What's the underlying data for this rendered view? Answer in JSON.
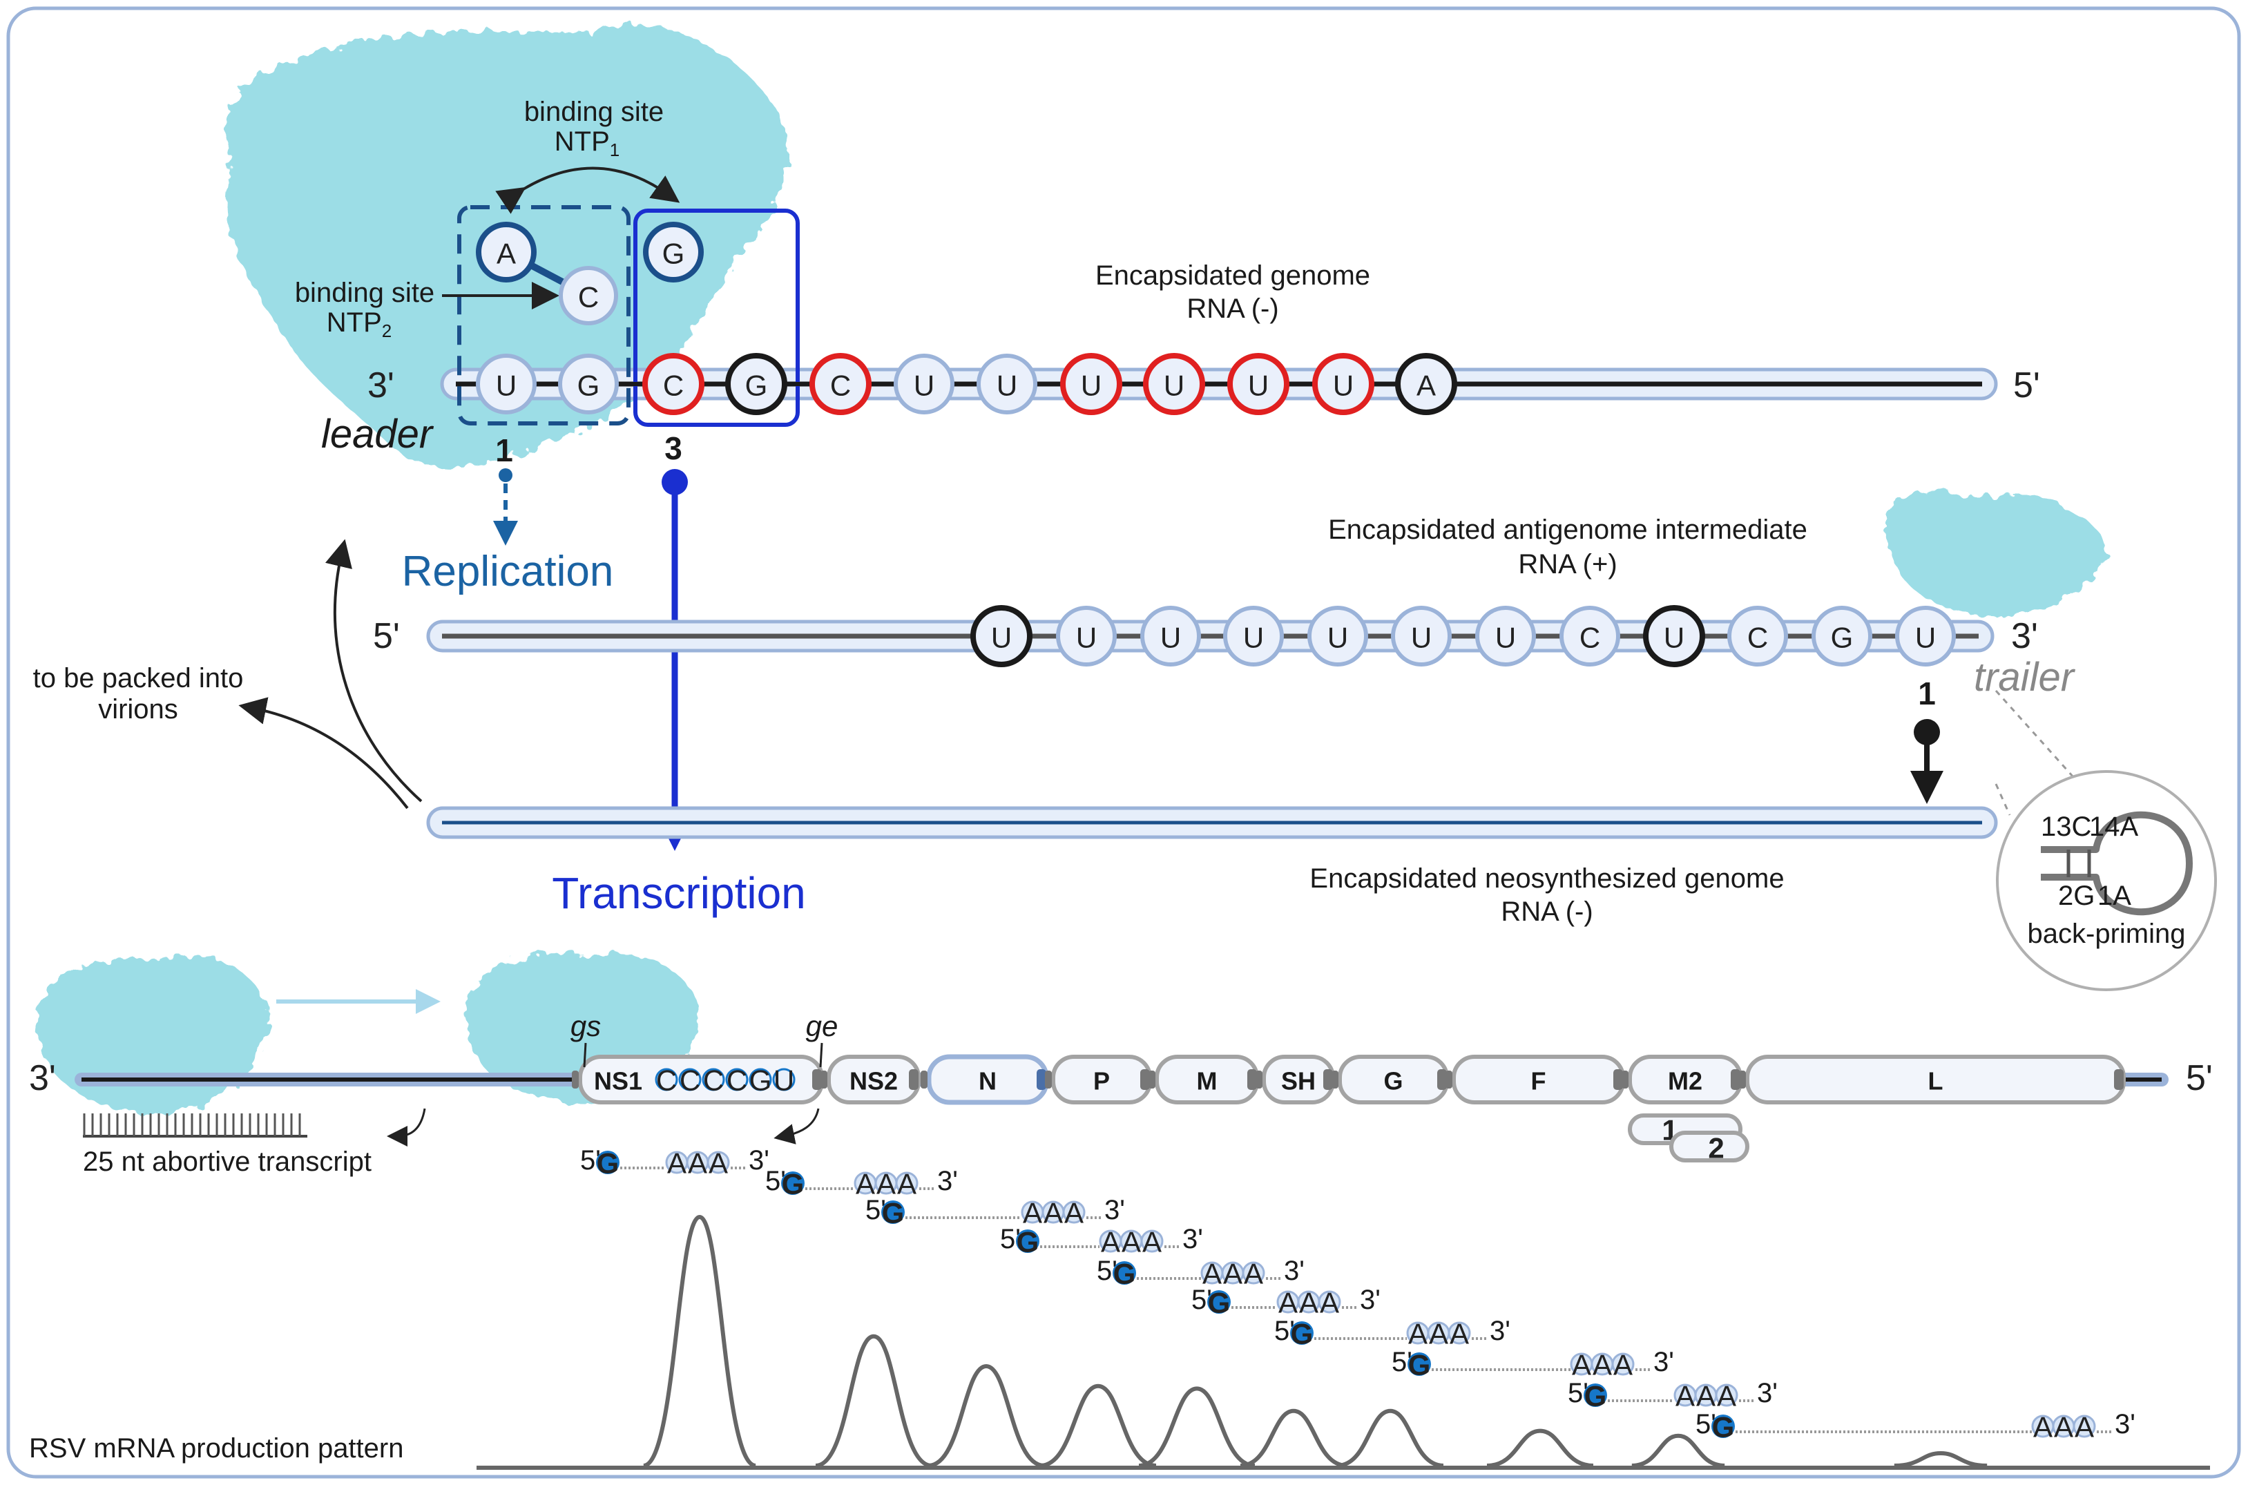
{
  "texts": {
    "binding_site_1": "binding site",
    "ntp1": "NTP",
    "ntp1_sub": "1",
    "binding_site_2": "binding site",
    "ntp2": "NTP",
    "ntp2_sub": "2",
    "genome_title_1": "Encapsidated genome",
    "genome_title_2": "RNA (-)",
    "leader": "leader",
    "trailer": "trailer",
    "three_prime": "3'",
    "five_prime": "5'",
    "site_1": "1",
    "site_3": "3",
    "replication": "Replication",
    "transcription": "Transcription",
    "antigenome_1": "Encapsidated antigenome intermediate",
    "antigenome_2": "RNA (+)",
    "packed_1": "to be packed into",
    "packed_2": "virions",
    "neo_1": "Encapsidated neosynthesized genome",
    "neo_2": "RNA (-)",
    "hp_13c": "13C",
    "hp_14a": "14A",
    "hp_2g": "2G",
    "hp_1a": "1A",
    "back_priming": "back-priming",
    "gs": "gs",
    "ge": "ge",
    "abortive": "25 nt abortive transcript",
    "pattern": "RSV mRNA production pattern",
    "ns1_seq": "CCCCGU",
    "m2_sub1": "1",
    "m2_sub2": "2",
    "mrna_g": "G",
    "mrna_a": "A"
  },
  "polymerase_nts": [
    "A",
    "C"
  ],
  "incoming_nt": "G",
  "genome_nts": [
    "U",
    "G",
    "C",
    "G",
    "C",
    "U",
    "U",
    "U",
    "U",
    "U",
    "U",
    "A"
  ],
  "antigenome_nts": [
    "U",
    "U",
    "U",
    "U",
    "U",
    "U",
    "U",
    "C",
    "U",
    "C",
    "G",
    "U"
  ],
  "genes": [
    "NS1",
    "NS2",
    "N",
    "P",
    "M",
    "SH",
    "G",
    "F",
    "M2",
    "L"
  ],
  "colors": {
    "frame": "#9bb3d9",
    "polymerase": "#8fd9e3",
    "strand_fill": "#e6eefa",
    "strand_edge": "#9bb3d9",
    "replication": "#1b63a3",
    "transcription": "#1a2fd0",
    "red_ring": "#e02020",
    "black_ring": "#1a1a1a",
    "dark_ring": "#1b4f8a",
    "gene_edge": "#a3a3a3",
    "g_cap": "#1677c9",
    "peak": "#666666"
  },
  "chart_data": {
    "type": "line",
    "title": "RSV mRNA production pattern",
    "categories": [
      "NS1",
      "NS2",
      "N",
      "P",
      "M",
      "SH",
      "G",
      "F",
      "M2",
      "L"
    ],
    "values": [
      100,
      52,
      40,
      32,
      31,
      22,
      22,
      14,
      12,
      5
    ],
    "xlabel": "",
    "ylabel": ""
  }
}
